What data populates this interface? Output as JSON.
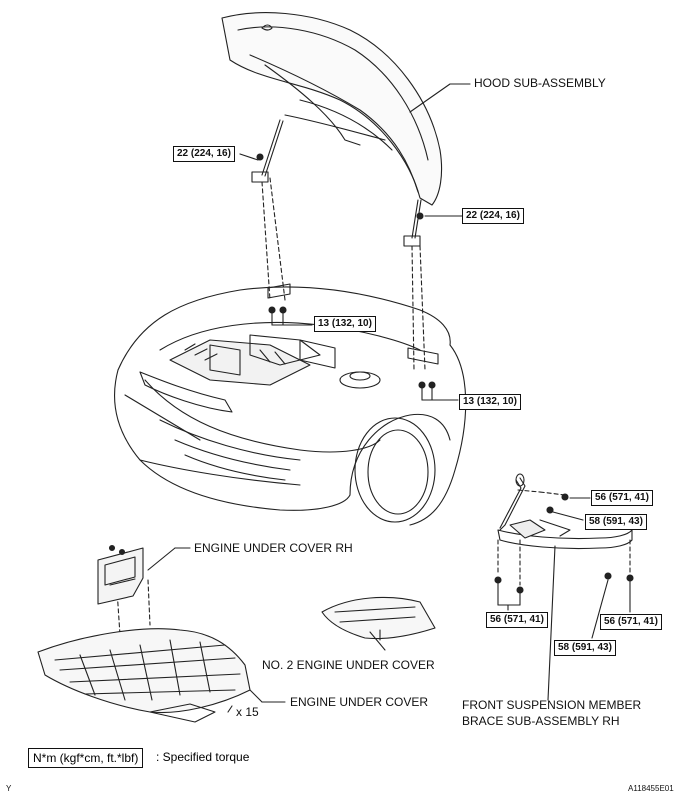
{
  "labels": {
    "hood": "HOOD SUB-ASSEMBLY",
    "engine_under_cover_rh": "ENGINE UNDER COVER RH",
    "no2_engine_under_cover": "NO. 2 ENGINE UNDER COVER",
    "engine_under_cover": "ENGINE UNDER COVER",
    "brace_line1": "FRONT SUSPENSION MEMBER",
    "brace_line2": "BRACE SUB-ASSEMBLY RH",
    "screw_count": "x 15"
  },
  "torques": {
    "hood_left": "22 (224, 16)",
    "hood_right": "22 (224, 16)",
    "hinge_left": "13 (132, 10)",
    "hinge_right": "13 (132, 10)",
    "brace_top_a": "56 (571, 41)",
    "brace_top_b": "58 (591, 43)",
    "brace_bottom_left": "56 (571, 41)",
    "brace_bottom_right": "56 (571, 41)",
    "brace_bottom_mid": "58 (591, 43)"
  },
  "legend": {
    "box": "N*m (kgf*cm, ft.*lbf)",
    "text": ": Specified torque"
  },
  "footer": {
    "left": "Y",
    "right": "A118455E01"
  }
}
